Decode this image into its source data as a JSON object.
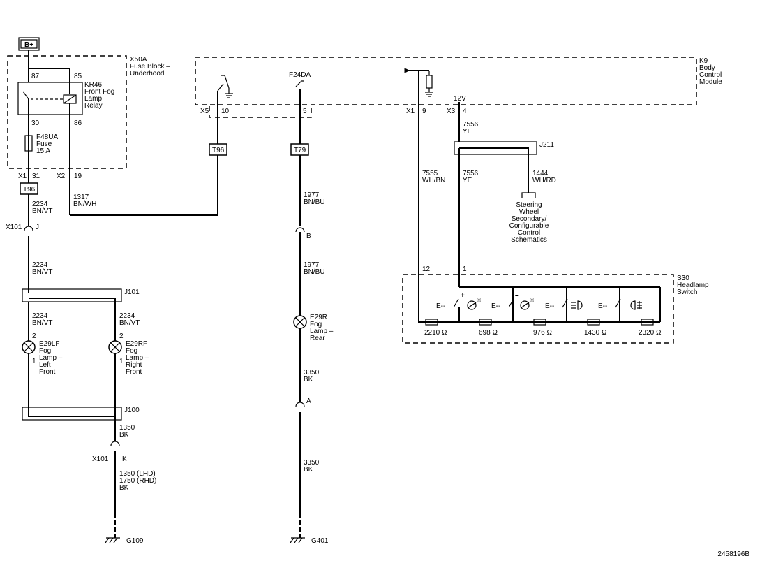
{
  "supply": {
    "label": "B+"
  },
  "fuse_block": {
    "name": "X50A",
    "desc": [
      "Fuse Block –",
      "Underhood"
    ],
    "relay": {
      "name": "KR46",
      "desc": [
        "Front Fog",
        "Lamp",
        "Relay"
      ],
      "pins": [
        "87",
        "85",
        "30",
        "86"
      ]
    },
    "fuse": {
      "name": "F48UA",
      "desc": [
        "Fuse",
        "15 A"
      ]
    },
    "connectors": [
      {
        "conn": "X1",
        "pin": "31"
      },
      {
        "conn": "X2",
        "pin": "19"
      }
    ]
  },
  "bcm": {
    "name": "K9",
    "desc": [
      "Body",
      "Control",
      "Module"
    ],
    "fuse": "F24DA",
    "connectors": [
      {
        "conn": "X5",
        "pin": "10"
      },
      {
        "conn": "X1",
        "pin": "9"
      },
      {
        "conn": "X3",
        "pin": "4"
      }
    ],
    "voltage": "12V"
  },
  "terminals": [
    "T96",
    "T96",
    "T79"
  ],
  "wires": [
    {
      "circuit": "1317",
      "color": "BN/WH"
    },
    {
      "circuit": "2234",
      "color": "BN/VT"
    },
    {
      "circuit": "2234",
      "color": "BN/VT"
    },
    {
      "circuit": "2234",
      "color": "BN/VT"
    },
    {
      "circuit": "2234",
      "color": "BN/VT"
    },
    {
      "circuit": "1350",
      "color": "BK"
    },
    {
      "circuit": "1350 (LHD)",
      "color": "1750 (RHD)",
      "extra": "BK"
    },
    {
      "circuit": "1977",
      "color": "BN/BU"
    },
    {
      "circuit": "1977",
      "color": "BN/BU"
    },
    {
      "circuit": "3350",
      "color": "BK"
    },
    {
      "circuit": "3350",
      "color": "BK"
    },
    {
      "circuit": "7556",
      "color": "YE"
    },
    {
      "circuit": "7555",
      "color": "WH/BN"
    },
    {
      "circuit": "7556",
      "color": "YE"
    },
    {
      "circuit": "1444",
      "color": "WH/RD"
    }
  ],
  "inline_connectors": [
    {
      "conn": "X101",
      "pin": "J"
    },
    {
      "conn": "X101",
      "pin": "K"
    },
    {
      "conn": "",
      "pin": "B"
    },
    {
      "conn": "",
      "pin": "A"
    }
  ],
  "splices": [
    "J101",
    "J100",
    "J211"
  ],
  "lamps": [
    {
      "name": "E29LF",
      "desc": [
        "Fog",
        "Lamp –",
        "Left",
        "Front"
      ],
      "pins": [
        "2",
        "1"
      ]
    },
    {
      "name": "E29RF",
      "desc": [
        "Fog",
        "Lamp –",
        "Right",
        "Front"
      ],
      "pins": [
        "2",
        "1"
      ]
    },
    {
      "name": "E29R",
      "desc": [
        "Fog",
        "Lamp –",
        "Rear"
      ]
    }
  ],
  "grounds": [
    "G109",
    "G401"
  ],
  "steering_ref": [
    "Steering",
    "Wheel",
    "Secondary/",
    "Configurable",
    "Control",
    "Schematics"
  ],
  "switch": {
    "name": "S30",
    "desc": [
      "Headlamp",
      "Switch"
    ],
    "pins": [
      "12",
      "1"
    ],
    "resistors": [
      "2210 Ω",
      "698 Ω",
      "976 Ω",
      "1430 Ω",
      "2320 Ω"
    ]
  },
  "figure_id": "2458196B"
}
